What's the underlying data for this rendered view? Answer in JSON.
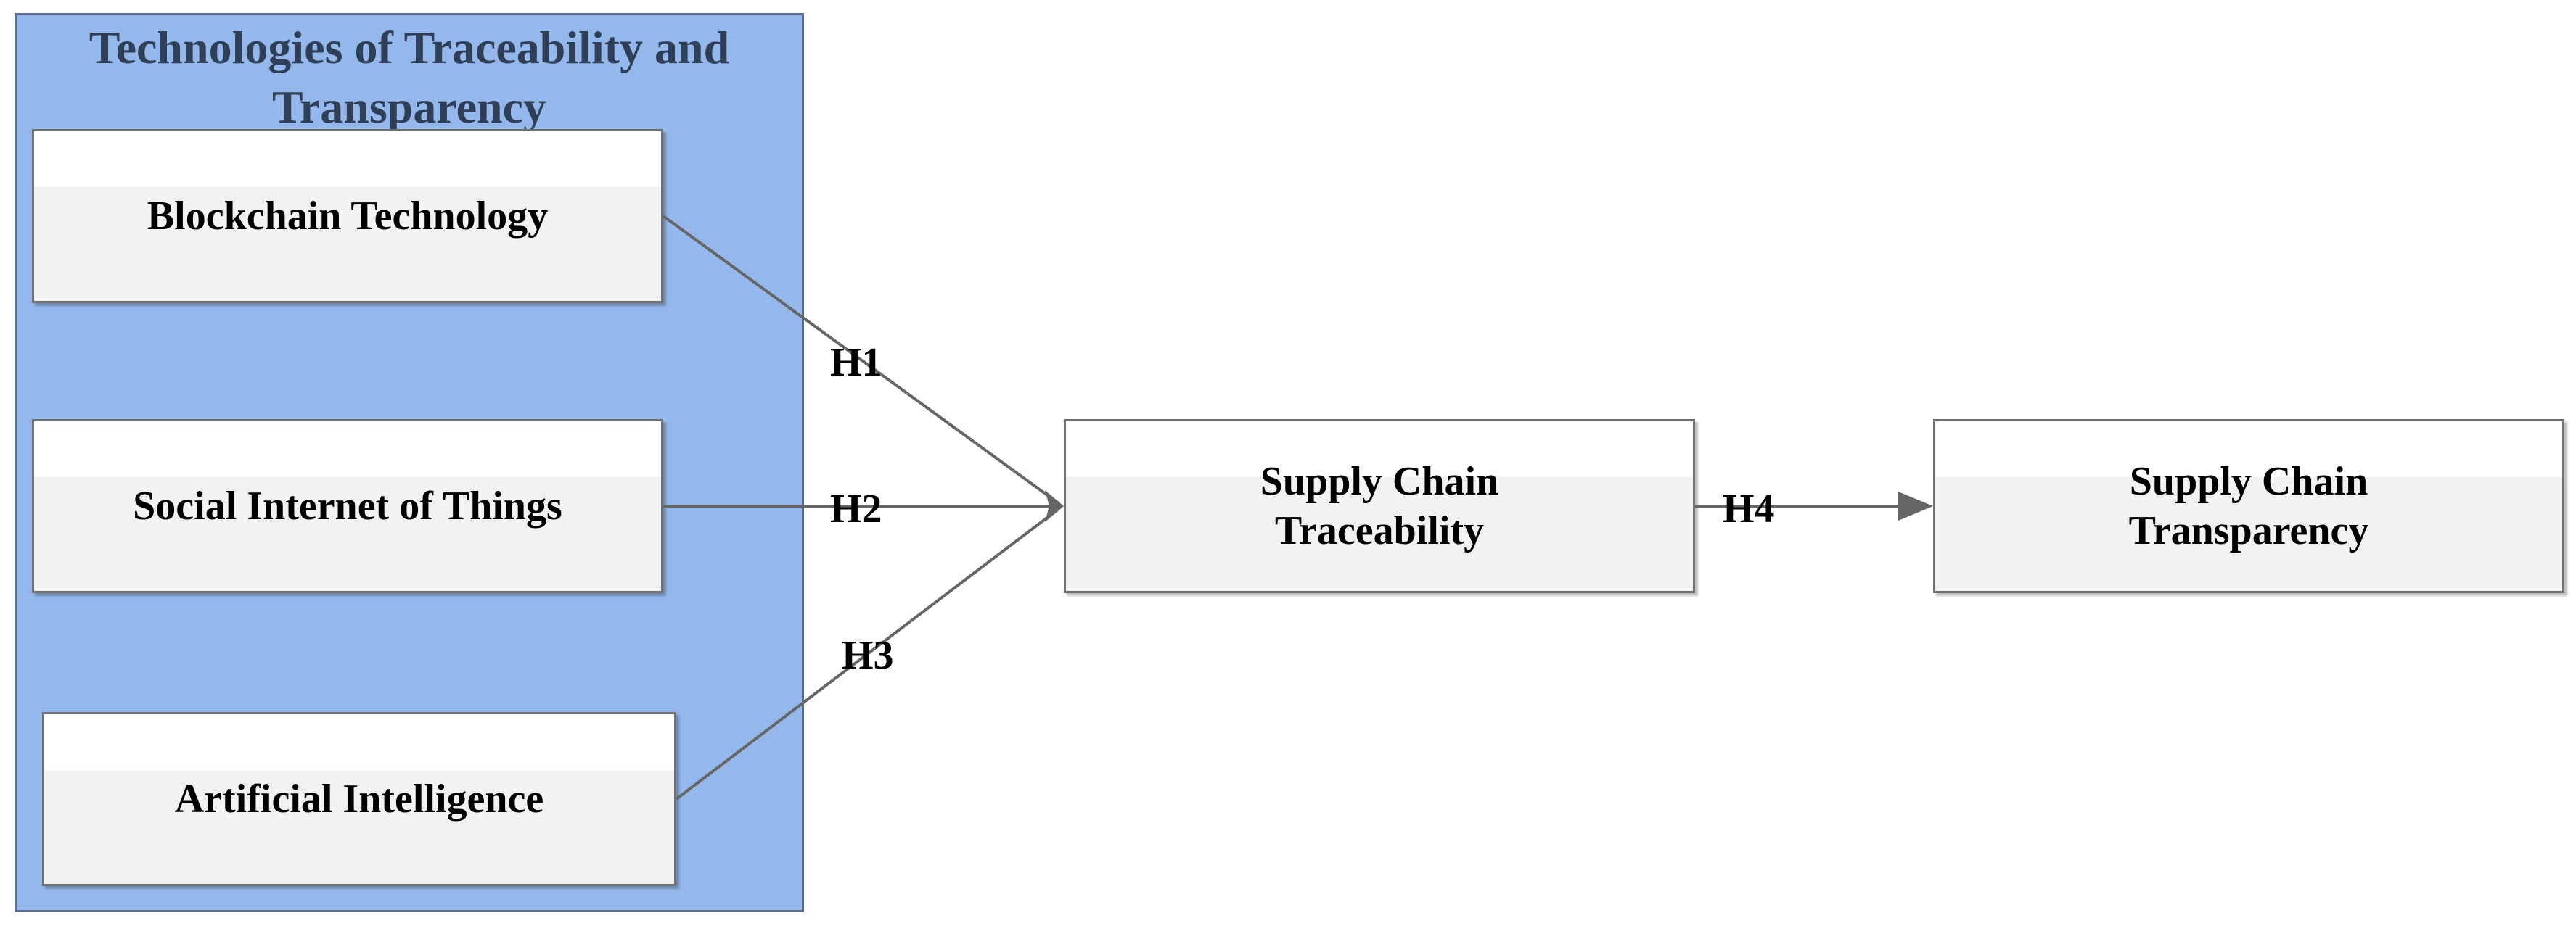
{
  "group": {
    "title": "Technologies of Traceability and Transparency"
  },
  "boxes": {
    "blockchain": "Blockchain Technology",
    "siot": "Social Internet of Things",
    "ai": "Artificial Intelligence",
    "traceability": "Supply Chain Traceability",
    "transparency": "Supply Chain Transparency"
  },
  "hypotheses": {
    "h1": "H1",
    "h2": "H2",
    "h3": "H3",
    "h4": "H4"
  },
  "colors": {
    "group_fill": "#95b8ec",
    "group_border": "#5b6f8c",
    "title_text": "#2e3f57",
    "connector": "#666666"
  }
}
